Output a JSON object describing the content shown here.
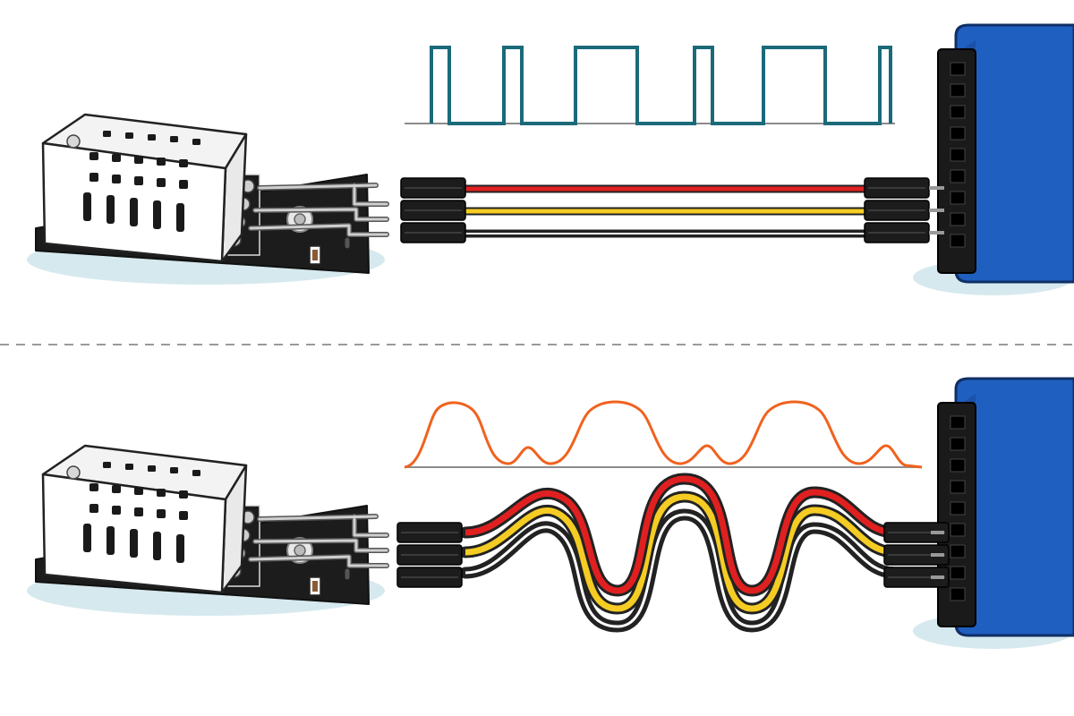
{
  "colors": {
    "background": "#ffffff",
    "digital_signal": "#1b6a7a",
    "analog_signal": "#f0621e",
    "baseline": "#8c8c8c",
    "divider": "#9a9a9a",
    "wire_vcc": "#e02020",
    "wire_data": "#f5cc23",
    "wire_gnd": "#222222",
    "board_blue": "#1f5fc0",
    "pcb_black": "#1c1c1c",
    "sensor_white": "#ffffff",
    "shadow": "#d6e9ee"
  },
  "panels": [
    {
      "name": "short-straight-wiring",
      "signal_type": "square-wave",
      "wire_shape": "straight"
    },
    {
      "name": "long-looped-wiring",
      "signal_type": "distorted-wave",
      "wire_shape": "looped"
    }
  ],
  "icons": {
    "sensor": "dht22-sensor-module-icon",
    "board": "microcontroller-header-icon",
    "connector": "dupont-connector-icon"
  }
}
